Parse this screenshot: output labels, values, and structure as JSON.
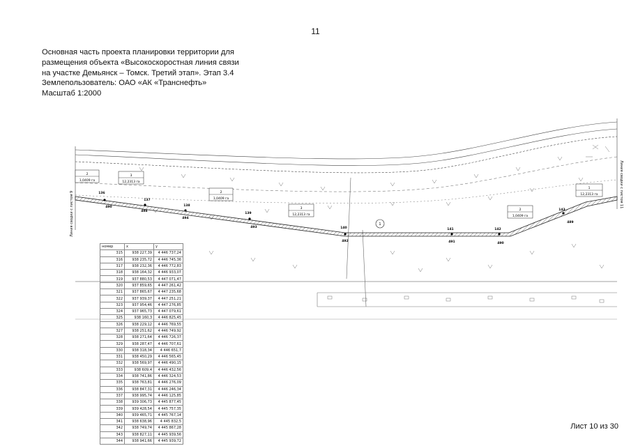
{
  "page_number": "11",
  "header_lines": [
    "Основная часть проекта планировки территории для",
    "размещения объекта «Высокоскоростная линия связи",
    "на участке Демьянск – Томск. Третий этап». Этап 3.4",
    "Землепользователь: ОАО «АК «Транснефть»",
    "Масштаб 1:2000"
  ],
  "footer": "Лист 10 из 30",
  "map": {
    "left_match_line": "Линия сводки с листом 9",
    "right_match_line": "Линия сводки с листом 11",
    "parcels": [
      {
        "num": "2",
        "area": "1,0409 га"
      },
      {
        "num": "3",
        "area": "12,2313 га"
      },
      {
        "num": "2",
        "area": "1,0409 га"
      },
      {
        "num": "3",
        "area": "12,2313 га"
      },
      {
        "num": "2",
        "area": "1,0409 га"
      },
      {
        "num": "1",
        "area": "12,2313 га"
      }
    ],
    "points": [
      {
        "num": "136",
        "sub": "490"
      },
      {
        "num": "137",
        "sub": "498"
      },
      {
        "num": "138",
        "sub": "494"
      },
      {
        "num": "139",
        "sub": "493"
      },
      {
        "num": "140",
        "sub": "492"
      },
      {
        "num": "141",
        "sub": "491"
      },
      {
        "num": "142",
        "sub": "490"
      },
      {
        "num": "143",
        "sub": "489"
      }
    ],
    "circle_label": "1"
  },
  "coords_table": {
    "headers": [
      "номер",
      "x",
      "y"
    ],
    "rows": [
      [
        "315",
        "938 227,39",
        "4 446 737,24"
      ],
      [
        "316",
        "938 235,72",
        "4 446 745,36"
      ],
      [
        "317",
        "938 232,36",
        "4 446 772,83"
      ],
      [
        "318",
        "938 164,32",
        "4 446 933,07"
      ],
      [
        "319",
        "937 880,53",
        "4 447 071,47"
      ],
      [
        "320",
        "937 859,65",
        "4 447 261,42"
      ],
      [
        "321",
        "937 865,67",
        "4 447 235,68"
      ],
      [
        "322",
        "937 939,37",
        "4 447 251,21"
      ],
      [
        "323",
        "937 954,46",
        "4 447 276,85"
      ],
      [
        "324",
        "937 965,73",
        "4 447 079,61"
      ],
      [
        "325",
        "938 160,3",
        "4 446 825,45"
      ],
      [
        "326",
        "938 229,12",
        "4 446 769,55"
      ],
      [
        "327",
        "938 251,62",
        "4 446 749,92"
      ],
      [
        "328",
        "938 271,64",
        "4 446 726,37"
      ],
      [
        "329",
        "938 287,47",
        "4 446 707,61"
      ],
      [
        "330",
        "938 318,34",
        "4 446 651,7"
      ],
      [
        "331",
        "938 450,29",
        "4 446 565,45"
      ],
      [
        "332",
        "938 569,97",
        "4 446 490,15"
      ],
      [
        "333",
        "938 609,4",
        "4 446 432,56"
      ],
      [
        "334",
        "938 741,86",
        "4 446 324,53"
      ],
      [
        "335",
        "938 763,81",
        "4 446 276,09"
      ],
      [
        "336",
        "938 847,31",
        "4 446 246,34"
      ],
      [
        "337",
        "938 995,74",
        "4 446 125,85"
      ],
      [
        "338",
        "939 306,73",
        "4 445 877,45"
      ],
      [
        "339",
        "939 428,54",
        "4 445 757,35"
      ],
      [
        "340",
        "939 465,71",
        "4 445 767,14"
      ],
      [
        "341",
        "938 638,96",
        "4 445 832,5"
      ],
      [
        "342",
        "938 749,74",
        "4 445 867,28"
      ],
      [
        "343",
        "938 827,11",
        "4 445 939,56"
      ],
      [
        "344",
        "938 941,66",
        "4 445 939,72"
      ]
    ]
  }
}
